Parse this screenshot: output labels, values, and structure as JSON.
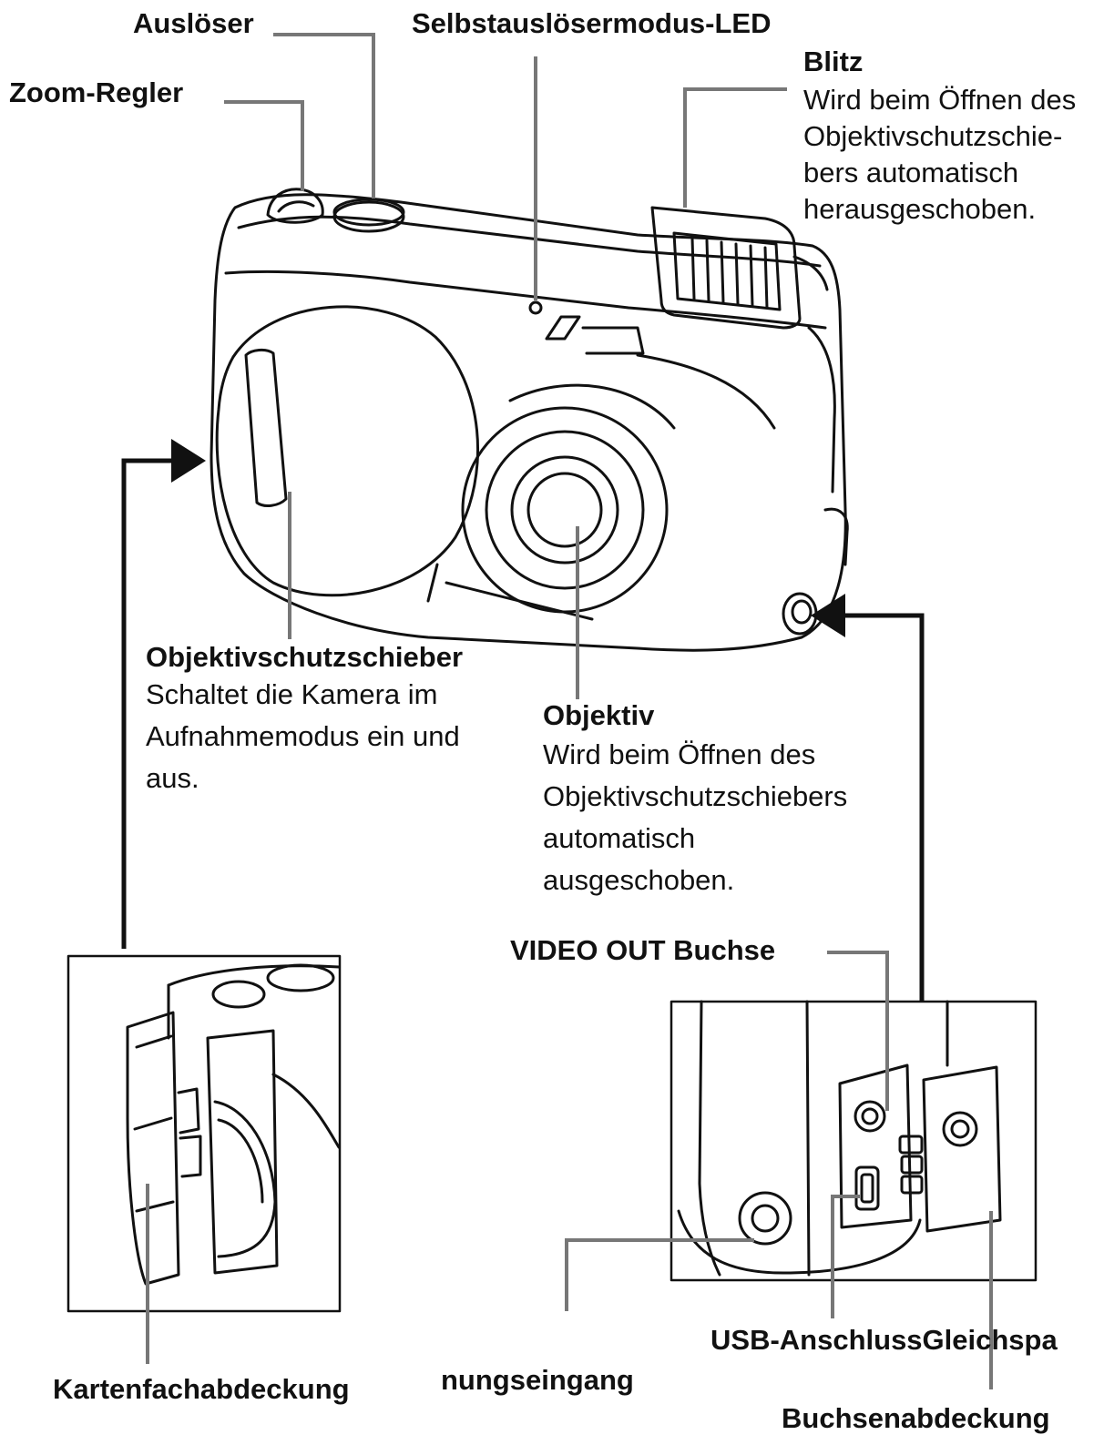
{
  "labels": {
    "ausloeser": "Auslöser",
    "selbstausloeser_led": "Selbstauslösermodus-LED",
    "zoom_regler": "Zoom-Regler",
    "blitz": {
      "title": "Blitz",
      "lines": [
        "Wird beim Öffnen des",
        "Objektivschutzschie-",
        "bers automatisch",
        "herausgeschoben."
      ]
    },
    "objektivschutzschieber": {
      "title": "Objektivschutzschieber",
      "lines": [
        "Schaltet die Kamera im",
        "Aufnahmemodus ein und",
        "aus."
      ]
    },
    "objektiv": {
      "title": "Objektiv",
      "lines": [
        "Wird beim Öffnen des",
        "Objektivschutzschiebers",
        "automatisch",
        "ausgeschoben."
      ]
    },
    "video_out": "VIDEO OUT Buchse",
    "usb_gleichspannung": "USB-AnschlussGleichspa",
    "nungseingang": "nungseingang",
    "kartenfachabdeckung": "Kartenfachabdeckung",
    "buchsenabdeckung": "Buchsenabdeckung"
  },
  "colors": {
    "line": "#111111",
    "leader": "#777777",
    "background": "#ffffff"
  },
  "icons": [
    "camera-illustration",
    "card-compartment-inset",
    "connector-inset",
    "arrow-icon"
  ]
}
